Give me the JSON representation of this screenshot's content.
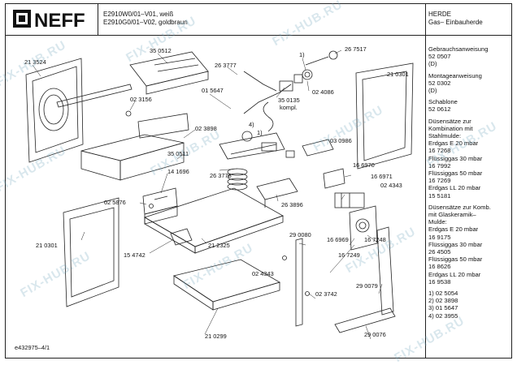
{
  "brand": "NEFF",
  "header": {
    "model_line_1": "E2910W0/01–V01, weiß",
    "model_line_2": "E2910G0/01–V02, goldbraun",
    "category": "HERDE",
    "subcategory": "Gas– Einbauherde"
  },
  "side_notes": [
    "Gebrauchsanweisung",
    "52 0507",
    "(D)",
    "",
    "Montageanweisung",
    "52 0302",
    "(D)",
    "",
    "Schablone",
    "52 0612",
    "",
    "Düsensätze zur",
    "Kombination mit",
    "Stahlmulde:",
    "Erdgas E 20 mbar",
    "16 7268",
    "Flüssiggas 30 mbar",
    "16 7992",
    "Flüssiggas 50 mbar",
    "16 7269",
    "Erdgas LL 20 mbar",
    "15 5181",
    "",
    "Düsensätze zur Komb.",
    "mit Glaskeramik–",
    "Mulde:",
    "Erdgas E 20 mbar",
    "16 9175",
    "Flüssiggas 30 mbar",
    "26 4505",
    "Flüssiggas 50 mbar",
    "16 8626",
    "Erdgas LL 20 mbar",
    "16 9538",
    "",
    "1) 02 5054",
    "2) 02 3898",
    "3) 01 5647",
    "4) 02 3955"
  ],
  "part_labels": [
    "35 0512",
    "21 3524",
    "26 3777",
    "1)",
    "26 7517",
    "02 4086",
    "01 5647",
    "21 0301",
    "35 0135",
    "kompl.",
    "02 3156",
    "02 3898",
    "4)",
    "1)",
    "03 0986",
    "35 0511",
    "26 3778",
    "16 6970",
    "14 1696",
    "16 6971",
    "26 3896",
    "02 5876",
    "02 4343",
    "21 0301",
    "29 0080",
    "16 6969",
    "16 7248",
    "15 4742",
    "21 2325",
    "16 7249",
    "02 4343",
    "02 3742",
    "29 0079",
    "21 0299",
    "29 0076"
  ],
  "footer_id": "e432975–4/1",
  "watermark": "FIX-HUB.RU"
}
